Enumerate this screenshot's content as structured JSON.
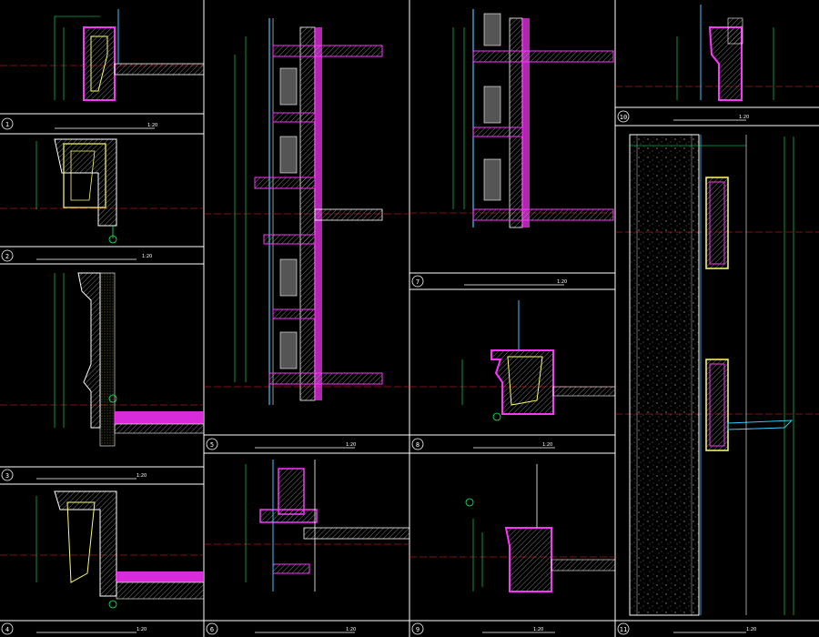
{
  "colors": {
    "frame": "#ffffff",
    "dim": "#00ff66",
    "wall": "#ff33ff",
    "concrete": "#ffff66",
    "center": "#ff2222",
    "cyan": "#33ccff",
    "stone": "#bbbbbb"
  },
  "panels": [
    {
      "id": "p1",
      "number": "1",
      "title": "",
      "scale": "1:20"
    },
    {
      "id": "p2",
      "number": "2",
      "title": "",
      "scale": "1:20"
    },
    {
      "id": "p3",
      "number": "3",
      "title": "",
      "scale": "1:20"
    },
    {
      "id": "p4",
      "number": "4",
      "title": "",
      "scale": "1:20"
    },
    {
      "id": "p5",
      "number": "5",
      "title": "",
      "scale": "1:20"
    },
    {
      "id": "p6",
      "number": "6",
      "title": "",
      "scale": "1:20"
    },
    {
      "id": "p7",
      "number": "7",
      "title": "",
      "scale": "1:20"
    },
    {
      "id": "p8",
      "number": "8",
      "title": "",
      "scale": "1:20"
    },
    {
      "id": "p9",
      "number": "9",
      "title": "",
      "scale": "1:20"
    },
    {
      "id": "p10",
      "number": "10",
      "title": "",
      "scale": "1:20"
    },
    {
      "id": "p11",
      "number": "11",
      "title": "",
      "scale": "1:20"
    }
  ]
}
